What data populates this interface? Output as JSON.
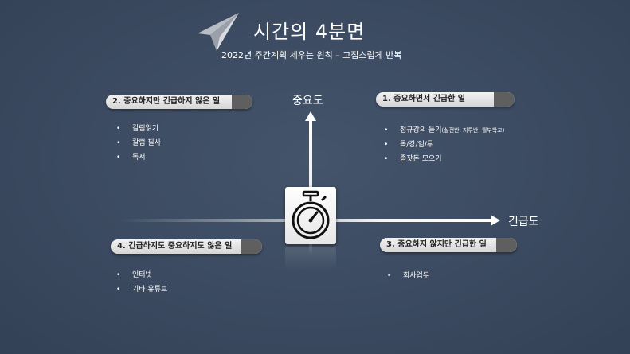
{
  "header": {
    "title": "시간의 4분면",
    "subtitle": "2022년 주간계획 세우는 원칙 – 고집스럽게 반복"
  },
  "axes": {
    "vertical_label": "중요도",
    "horizontal_label": "긴급도"
  },
  "quadrants": {
    "q1": {
      "label": "1. 중요하면서 긴급한 일",
      "items": [
        {
          "text": "정규강의 듣기",
          "note": "(실전반, 지투반, 월부학교)"
        },
        {
          "text": "독/강/임/투",
          "note": ""
        },
        {
          "text": "종잣돈 모으기",
          "note": ""
        }
      ]
    },
    "q2": {
      "label": "2. 중요하지만 긴급하지 않은 일",
      "items": [
        {
          "text": "칼럼읽기",
          "note": ""
        },
        {
          "text": "칼럼 필사",
          "note": ""
        },
        {
          "text": "독서",
          "note": ""
        }
      ]
    },
    "q3": {
      "label": "3. 중요하지 않지만  긴급한 일",
      "items": [
        {
          "text": "회사업무",
          "note": ""
        }
      ]
    },
    "q4": {
      "label": "4. 긴급하지도 중요하지도 않은 일",
      "items": [
        {
          "text": "인터넷",
          "note": ""
        },
        {
          "text": "기타 유튜브",
          "note": ""
        }
      ]
    }
  },
  "bullet": "•",
  "icons": {
    "logo": "paper-plane-icon",
    "center": "stopwatch-icon"
  },
  "colors": {
    "background": "#3b4a60",
    "pill": "#e0e0e0",
    "pill_cap": "#5f5f5f",
    "text": "#ffffff"
  }
}
